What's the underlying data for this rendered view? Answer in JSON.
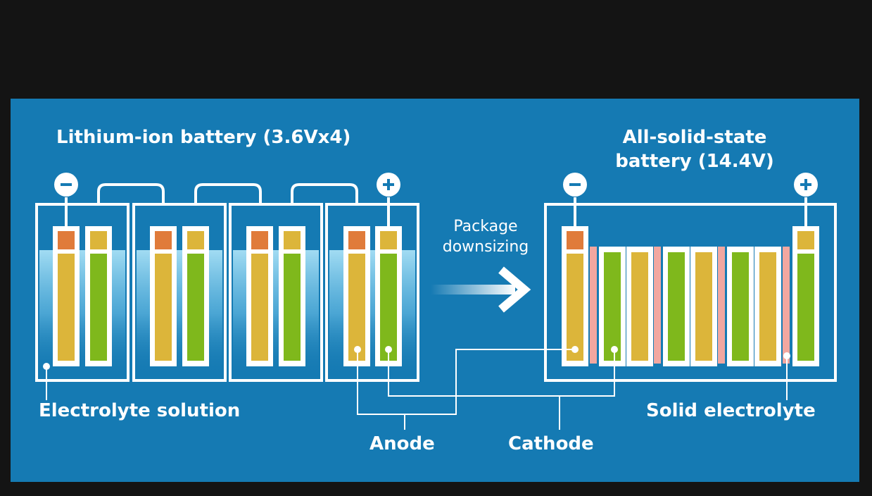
{
  "titles": {
    "lithium_ion": "Lithium-ion battery (3.6Vx4)",
    "all_solid_state": "All-solid-state battery (14.4V)"
  },
  "arrow_label": "Package downsizing",
  "labels": {
    "electrolyte_solution": "Electrolyte solution",
    "anode": "Anode",
    "cathode": "Cathode",
    "solid_electrolyte": "Solid electrolyte"
  },
  "terminals": {
    "negative": "−",
    "positive": "+"
  },
  "colors": {
    "background": "#157ab3",
    "frame": "#141414",
    "anode_rod": "#dcb53a",
    "cathode_rod": "#7fb81c",
    "anode_cap": "#e07b3a",
    "solid_electrolyte": "#f2a7a0",
    "electrolyte_liquid": "#8fd4f0",
    "outline": "#ffffff"
  }
}
